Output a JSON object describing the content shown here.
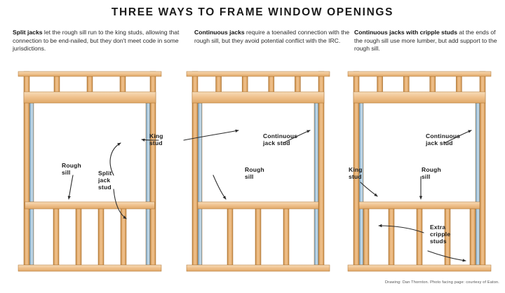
{
  "title": "THREE WAYS TO FRAME WINDOW OPENINGS",
  "captions": [
    {
      "lead": "Split jacks",
      "rest": " let the rough sill run to the king studs, allowing that connection to be end-nailed, but they don't meet code in some jurisdictions."
    },
    {
      "lead": "Continuous jacks",
      "rest": " require a toenailed connection with the rough sill, but they avoid potential conflict with the IRC."
    },
    {
      "lead": "Continuous jacks with cripple studs",
      "rest": " at the ends of the rough sill use more lumber, but add support to the rough sill."
    }
  ],
  "labels": {
    "king_stud": "King\nstud",
    "king_stud_1": "King\nstud",
    "rough_sill": "Rough\nsill",
    "split_jack_stud": "Split\njack\nstud",
    "continuous_jack_stud": "Continuous\njack stud",
    "extra_cripple_studs": "Extra\ncripple\nstuds"
  },
  "credit": "Drawing: Dan Thornton. Photo facing page: courtesy of Eaton.",
  "colors": {
    "wood_light": "#f0c390",
    "wood_mid": "#e0a868",
    "wood_dark": "#c98a47",
    "wood_edge": "#a9702f",
    "wood_face": "#f7dcb9",
    "jack_blue": "#9dc0d8",
    "jack_blue_dark": "#6f98b6",
    "background": "#ffffff",
    "ink": "#231f20"
  },
  "diagrams": [
    {
      "name": "split-jacks",
      "jack_type": "split",
      "cripples_below": 4,
      "cripples_above": 3,
      "sill_spans_to_king": true
    },
    {
      "name": "continuous-jacks",
      "jack_type": "continuous",
      "cripples_below": 3,
      "cripples_above": 4,
      "sill_spans_to_king": false
    },
    {
      "name": "continuous-jacks-cripple-studs",
      "jack_type": "continuous",
      "cripples_below": 3,
      "cripples_above": 4,
      "sill_spans_to_king": false,
      "extra_cripples": true
    }
  ]
}
